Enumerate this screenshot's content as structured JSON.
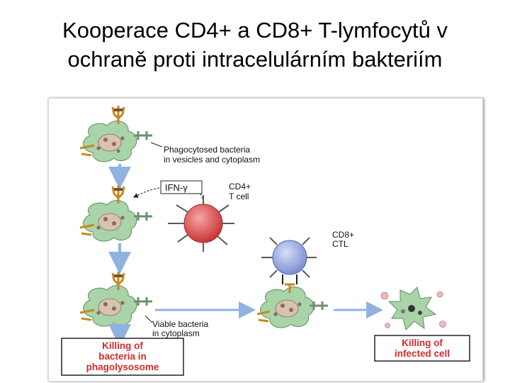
{
  "title": {
    "line1": "Kooperace CD4+ a CD8+ T-lymfocytů v",
    "line2": "ochraně proti intracelulárním bakteriím"
  },
  "labels": {
    "phagocytosed_line1": "Phagocytosed bacteria",
    "phagocytosed_line2": "in vesicles and cytoplasm",
    "ifn": "IFN-γ",
    "cd4_line1": "CD4+",
    "cd4_line2": "T cell",
    "cd8_line1": "CD8+",
    "cd8_line2": "CTL",
    "viable_line1": "Viable bacteria",
    "viable_line2": "in cytoplasm"
  },
  "boxes": {
    "killing_phago": [
      "Killing of",
      "bacteria in",
      "phagolysosome"
    ],
    "killing_cell": [
      "Killing of",
      "infected cell"
    ]
  },
  "colors": {
    "macrophage": "#a9d3a9",
    "cd4_cell": "#d94848",
    "cd8_cell": "#8c9bd9",
    "arrow": "#8fb2e0",
    "bacteria": "#8a6d55",
    "box_text": "#d22b2b"
  }
}
